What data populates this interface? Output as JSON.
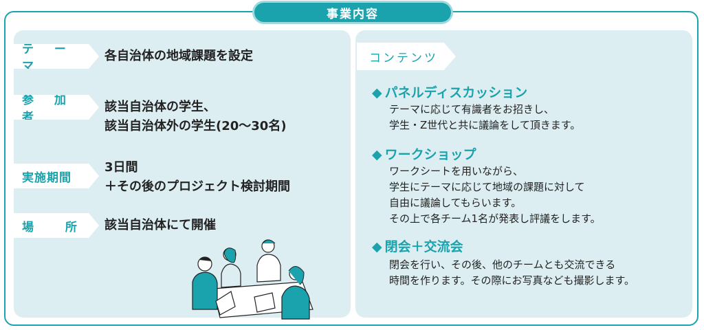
{
  "header": {
    "title": "事業内容"
  },
  "left": {
    "rows": [
      {
        "label": "テ ー マ",
        "lines": [
          "各自治体の地域課題を設定"
        ]
      },
      {
        "label": "参 加 者",
        "lines": [
          "該当自治体の学生、",
          "該当自治体外の学生(20〜30名)"
        ]
      },
      {
        "label": "実施期間",
        "lines": [
          "3日間",
          "＋その後のプロジェクト検討期間"
        ]
      },
      {
        "label": "場 所",
        "lines": [
          "該当自治体にて開催"
        ]
      }
    ]
  },
  "right": {
    "tag": "コンテンツ",
    "marker": "◆",
    "sections": [
      {
        "title": "パネルディスカッション",
        "lines": [
          "テーマに応じて有識者をお招きし、",
          "学生・Z世代と共に議論をして頂きます。"
        ]
      },
      {
        "title": "ワークショップ",
        "lines": [
          "ワークシートを用いながら、",
          "学生にテーマに応じて地域の課題に対して",
          "自由に議論してもらいます。",
          "その上で各チーム1名が発表し評議をします。"
        ]
      },
      {
        "title": "閉会＋交流会",
        "lines": [
          "閉会を行い、その後、他のチームとも交流できる",
          "時間を作ります。その際にお写真なども撮影します。"
        ]
      }
    ]
  },
  "illustration": {
    "icon": "meeting-people-illustration"
  },
  "colors": {
    "accent": "#1aa3ad",
    "panel": "#dceef2"
  }
}
